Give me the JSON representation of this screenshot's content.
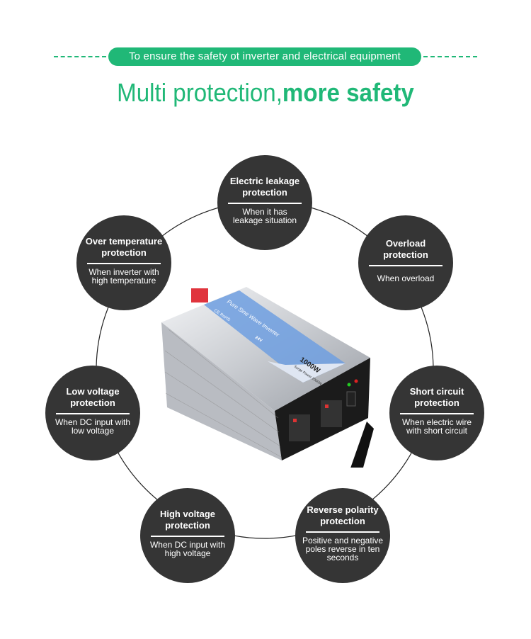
{
  "header": {
    "tagline": "To ensure the safety ot inverter and electrical equipment",
    "headline_light": "Multi protection,",
    "headline_bold": "more safety"
  },
  "colors": {
    "accent": "#20b877",
    "node": "#353535"
  },
  "product": {
    "label": "Pure Sine Wave Inverter",
    "power": "1000W",
    "surge": "Surge Power 2000W",
    "certs": "CE RoHS",
    "voltage": "24V"
  },
  "protections": [
    {
      "title": "Electric leakage protection",
      "desc": "When it has leakage situation"
    },
    {
      "title": "Overload protection",
      "desc": "When overload"
    },
    {
      "title": "Over temperature protection",
      "desc": "When inverter with high temperature"
    },
    {
      "title": "Low voltage protection",
      "desc": "When DC input with low voltage"
    },
    {
      "title": "Short circuit protection",
      "desc": "When electric wire with short circuit"
    },
    {
      "title": "High voltage protection",
      "desc": "When DC input with high voltage"
    },
    {
      "title": "Reverse polarity protection",
      "desc": "Positive and negative poles reverse in ten seconds"
    }
  ]
}
